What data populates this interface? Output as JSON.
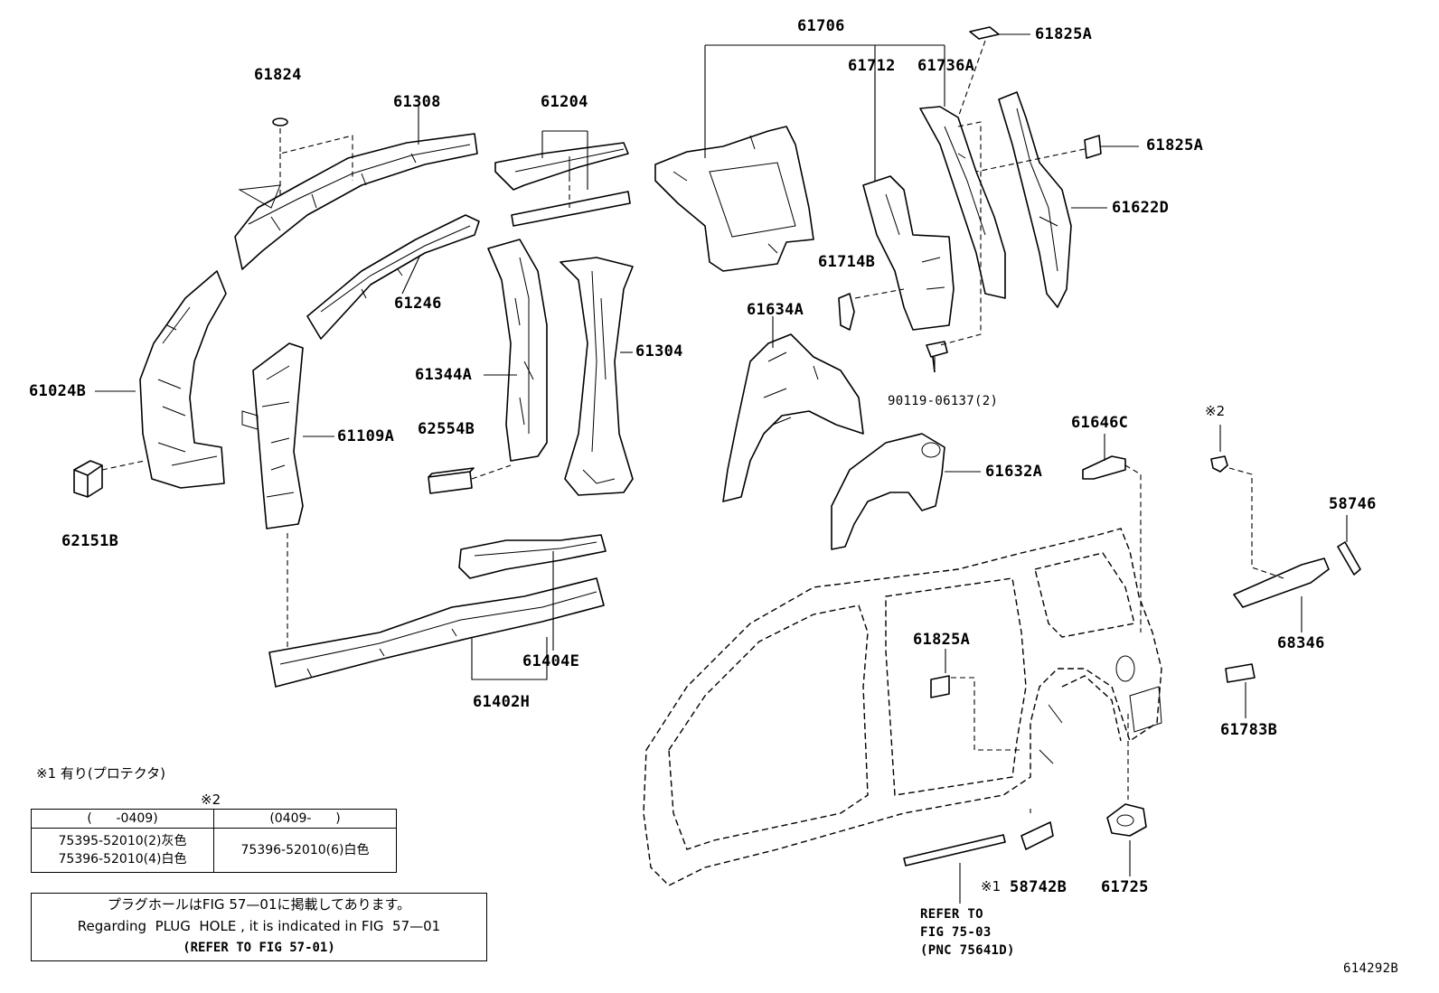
{
  "labels": {
    "p61706": "61706",
    "p61825a_top": "61825A",
    "p61824": "61824",
    "p61308": "61308",
    "p61204": "61204",
    "p61712": "61712",
    "p61736a": "61736A",
    "p61825a_mid": "61825A",
    "p61622d": "61622D",
    "p61246": "61246",
    "p61714b": "61714B",
    "p61634a": "61634A",
    "p61304": "61304",
    "p61344a": "61344A",
    "p61024b": "61024B",
    "p61109a": "61109A",
    "p90119": "90119-06137(2)",
    "p62554b": "62554B",
    "p61646c": "61646C",
    "p_note2_mark": "※2",
    "p61632a": "61632A",
    "p58746": "58746",
    "p62151b": "62151B",
    "p68346": "68346",
    "p61825a_low": "61825A",
    "p61404e": "61404E",
    "p61402h": "61402H",
    "p61783b": "61783B",
    "p58742b": "58742B",
    "p58742b_mark": "※1",
    "p61725": "61725"
  },
  "refer_note": "REFER TO\nFIG 75-03\n(PNC 75641D)",
  "diagram_code": "614292B",
  "footnote1": "※1 有り(プロテクタ)",
  "table": {
    "mark": "※2",
    "col1_header": "(      -0409)",
    "col2_header": "(0409-      )",
    "col1_parts": [
      "75395-52010(2)灰色",
      "75396-52010(4)白色"
    ],
    "col2_parts": [
      "75396-52010(6)白色"
    ]
  },
  "plug_note": {
    "line1": "プラグホールはFIG 57—01に掲載してあります。",
    "line2": "Regarding  PLUG  HOLE , it is indicated in FIG  57—01",
    "line3": "(REFER TO FIG 57-01)"
  }
}
